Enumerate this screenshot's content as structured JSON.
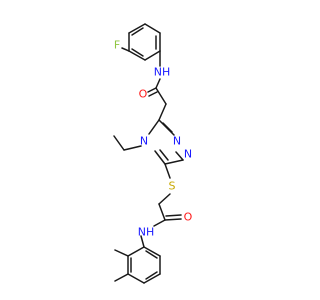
{
  "structure": {
    "atoms": {
      "F": {
        "text": "F",
        "color": "#8fc640"
      },
      "NH_amide1": {
        "text": "NH",
        "color": "#1a1aff"
      },
      "O_amide1": {
        "text": "O",
        "color": "#ff1a1a"
      },
      "N_triazole_4": {
        "text": "N",
        "color": "#1a1aff"
      },
      "N_triazole_1": {
        "text": "N",
        "color": "#1a1aff"
      },
      "N_triazole_2": {
        "text": "N",
        "color": "#1a1aff"
      },
      "S": {
        "text": "S",
        "color": "#c8a800"
      },
      "O_amide2": {
        "text": "O",
        "color": "#ff1a1a"
      },
      "NH_amide2": {
        "text": "NH",
        "color": "#1a1aff"
      }
    }
  }
}
